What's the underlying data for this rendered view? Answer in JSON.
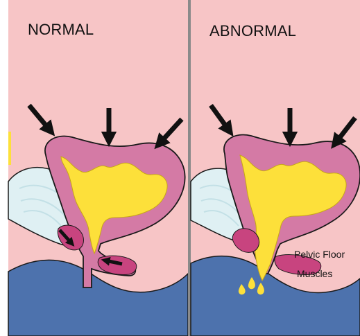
{
  "panels": {
    "left": {
      "title": "NORMAL"
    },
    "right": {
      "title": "ABNORMAL",
      "label_line1": "Pelvic Floor",
      "label_line2": "Muscles"
    }
  },
  "colors": {
    "background_pink": "#f7c5c6",
    "bladder_wall": "#d47aa5",
    "urine": "#fde03a",
    "floor_blue": "#4d72ad",
    "bone": "#dff0f3",
    "muscle": "#c8447f",
    "outline": "#1a1a1a",
    "arrow": "#111111"
  }
}
